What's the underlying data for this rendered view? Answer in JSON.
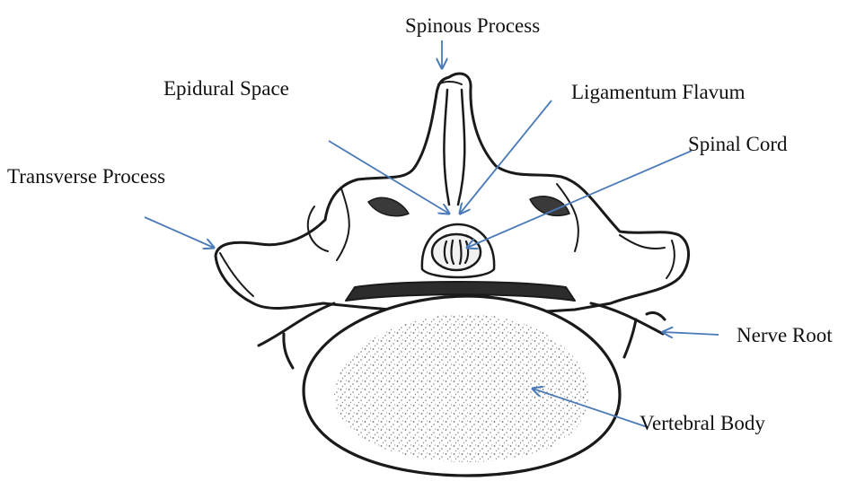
{
  "labels": {
    "spinous_process": "Spinous Process",
    "epidural_space": "Epidural Space",
    "ligamentum_flavum": "Ligamentum Flavum",
    "spinal_cord": "Spinal Cord",
    "transverse_process": "Transverse Process",
    "nerve_root": "Nerve Root",
    "vertebral_body": "Vertebral Body"
  },
  "colors": {
    "arrow": "#4a7ab8",
    "outline": "#1a1a1a",
    "shading": "#555555",
    "background": "#ffffff"
  }
}
